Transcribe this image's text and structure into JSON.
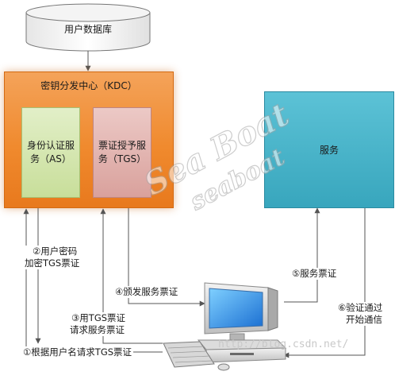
{
  "database": {
    "label": "用户数据库"
  },
  "kdc": {
    "title": "密钥分发中心（KDC）",
    "as_line1": "身份认证服",
    "as_line2": "务（AS）",
    "tgs_line1": "票证授予服",
    "tgs_line2": "务（TGS）"
  },
  "service": {
    "label": "服务"
  },
  "steps": {
    "step1": "①根据用户名请求TGS票证",
    "step2_line1": "②用户密码",
    "step2_line2": "加密TGS票证",
    "step3_line1": "③用TGS票证",
    "step3_line2": "请求服务票证",
    "step4": "④颁发服务票证",
    "step5": "⑤服务票证",
    "step6_line1": "⑥验证通过",
    "step6_line2": "开始通信"
  },
  "watermark": {
    "logo_line1": "Sea Boat",
    "logo_line2": "seaboat",
    "url": "http://blog.csdn.net/"
  },
  "colors": {
    "kdc": "#f08a2e",
    "as": "#cde3a3",
    "tgs": "#dca6a1",
    "service": "#45b0c6",
    "arrow": "#555555"
  }
}
